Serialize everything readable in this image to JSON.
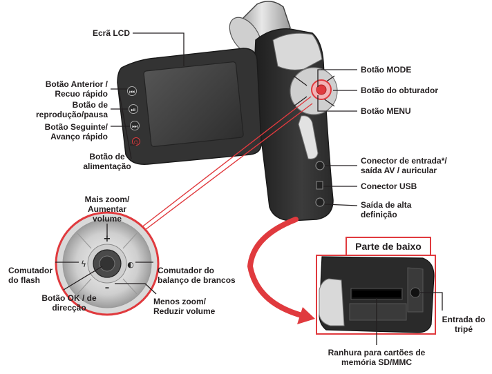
{
  "labels": {
    "lcd": "Ecrã LCD",
    "prev_1": "Botão Anterior /",
    "prev_2": "Recuo rápido",
    "play_1": "Botão de",
    "play_2": "reprodução/pausa",
    "next_1": "Botão Seguinte/",
    "next_2": "Avanço rápido",
    "power_1": "Botão de",
    "power_2": "alimentação",
    "mode": "Botão MODE",
    "shutter": "Botão do obturador",
    "menu": "Botão MENU",
    "av_1": "Conector de entrada*/",
    "av_2": "saída AV / auricular",
    "usb": "Conector USB",
    "hd_1": "Saída de alta",
    "hd_2": "definição",
    "zoom_in_1": "Mais zoom/",
    "zoom_in_2": "Aumentar",
    "zoom_in_3": "volume",
    "flash_1": "Comutador",
    "flash_2": "do flash",
    "wb_1": "Comutador do",
    "wb_2": "balanço de brancos",
    "ok_1": "Botão OK / de",
    "ok_2": "direcção",
    "zoom_out_1": "Menos zoom/",
    "zoom_out_2": "Reduzir volume",
    "bottom_title": "Parte de baixo",
    "tripod_1": "Entrada do",
    "tripod_2": "tripé",
    "card_1": "Ranhura para cartões de",
    "card_2": "memória SD/MMC"
  },
  "colors": {
    "accent_red": "#e03a3e",
    "body_dark": "#2b2b2b",
    "body_mid": "#4a4a4a",
    "silver": "#c8c8c8",
    "screen": "#3a3a3a"
  }
}
